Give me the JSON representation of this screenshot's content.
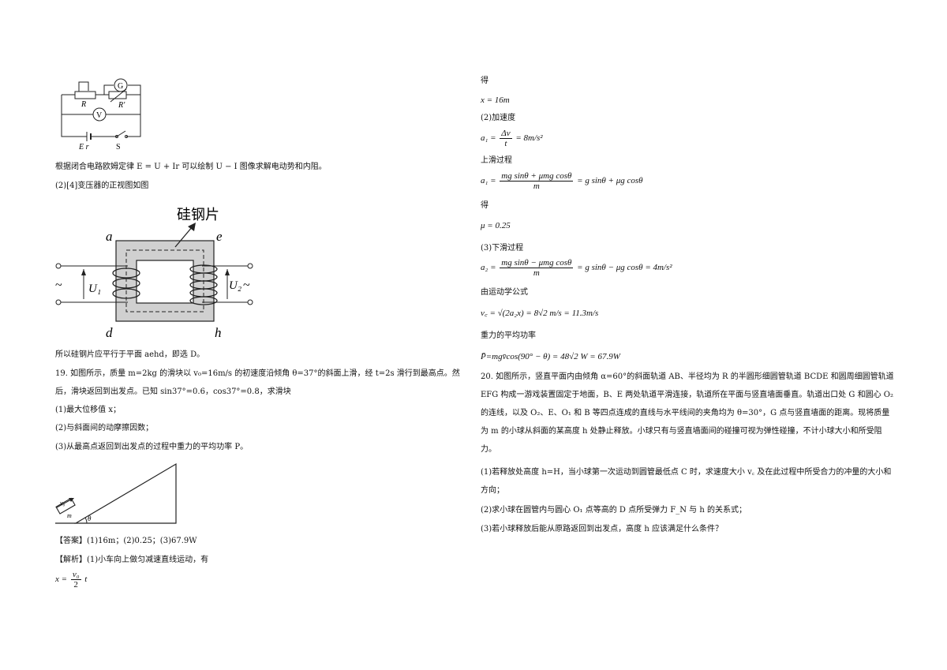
{
  "left": {
    "circuit_labels": {
      "G": "G",
      "R": "R",
      "Rp": "R'",
      "V": "V",
      "Er": "E r",
      "S": "S"
    },
    "law_text": "根据闭合电路欧姆定律 E = U + Ir 可以绘制 U − I 图像求解电动势和内阻。",
    "q2_text": "(2)[4]变压器的正视图如图",
    "transformer_labels": {
      "silicon_steel": "硅钢片",
      "a": "a",
      "e": "e",
      "d": "d",
      "h": "h",
      "U1": "U₁",
      "U2": "U₂",
      "tilde": "~"
    },
    "conclusion": "所以硅钢片应平行于平面 aehd，即选 D。",
    "q19_line1": "19. 如图所示，质量 m=2kg 的滑块以 v₀=16m/s 的初速度沿倾角 θ=37°的斜面上滑，经 t=2s 滑行到最高点。然",
    "q19_line2": "后，滑块返回到出发点。已知 sin37°=0.6，cos37°=0.8，求滑块",
    "q19_sub1": "(1)最大位移值 x；",
    "q19_sub2": "(2)与斜面间的动摩擦因数；",
    "q19_sub3": "(3)从最高点返回到出发点的过程中重力的平均功率 P。",
    "incline_labels": {
      "v0": "v₀",
      "m": "m",
      "theta": "θ"
    },
    "answer": "【答案】(1)16m；(2)0.25；(3)67.9W",
    "analysis": "【解析】(1)小车向上做匀减速直线运动，有",
    "eq_x": {
      "lhs": "x =",
      "num": "v₀",
      "den": "2",
      "rhs": "t"
    }
  },
  "right": {
    "de1": "得",
    "eq_x16": "x = 16m",
    "accel_title": "(2)加速度",
    "eq_a1": {
      "lhs": "a₁ =",
      "num": "Δv",
      "den": "t",
      "rhs": "= 8m/s²"
    },
    "upslide": "上滑过程",
    "eq_a1b": {
      "lhs": "a₁ =",
      "num": "mg sinθ + μmg cosθ",
      "den": "m",
      "rhs": "= g sinθ + μg cosθ"
    },
    "de2": "得",
    "eq_mu": "μ = 0.25",
    "downslide": "(3)下滑过程",
    "eq_a2": {
      "lhs": "a₂ =",
      "num": "mg sinθ − μmg cosθ",
      "den": "m",
      "rhs": "= g sinθ − μg cosθ = 4m/s²"
    },
    "kinematics": "由运动学公式",
    "eq_v": "v꜀ = √(2a₂x) = 8√2 m/s = 11.3m/s",
    "gravity_power": "重力的平均功率",
    "eq_p": "P̄=mgv̄cos(90° − θ) = 48√2 W = 67.9W",
    "q20_text": "20. 如图所示，竖直平面内由倾角 α=60°的斜面轨道 AB、半径均为 R 的半圆形细圆管轨道 BCDE 和圆周细圆管轨道 EFG 构成一游戏装置固定于地面，B、E 两处轨道平滑连接，轨道所在平面与竖直墙面垂直。轨道出口处 G 和圆心 O₂ 的连线，以及 O₂、E、O₁ 和 B 等四点连成的直线与水平线间的夹角均为 θ=30°，G 点与竖直墙面的距离。现将质量为 m 的小球从斜面的某高度 h 处静止释放。小球只有与竖直墙面间的碰撞可视为弹性碰撞，不计小球大小和所受阻力。",
    "q20_sub1": "(1)若释放处高度 h=H，当小球第一次运动到圆管最低点 C 时，求速度大小 v꜀ 及在此过程中所受合力的冲量的大小和方向；",
    "q20_sub2": "(2)求小球在圆管内与圆心 O₁ 点等高的 D 点所受弹力 F_N 与 h 的关系式；",
    "q20_sub3": "(3)若小球释放后能从原路返回到出发点，高度 h 应该满足什么条件？"
  }
}
